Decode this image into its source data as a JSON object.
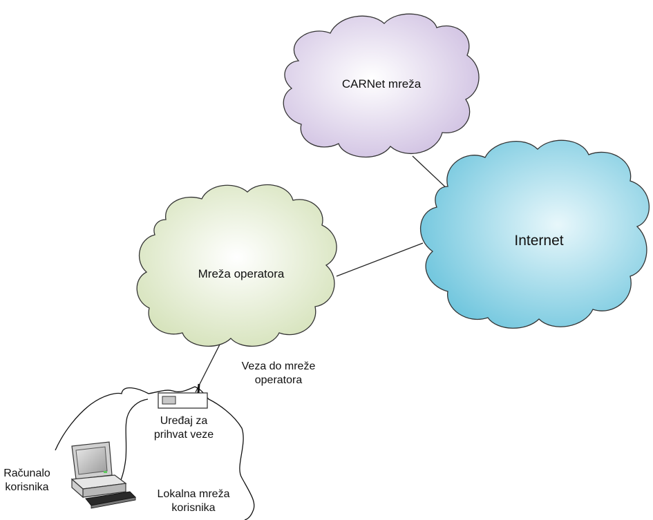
{
  "clouds": {
    "carnet": "CARNet mreža",
    "internet": "Internet",
    "operator": "Mreža operatora"
  },
  "labels": {
    "connection_line1": "Veza do mreže",
    "connection_line2": "operatora",
    "device_line1": "Uređaj za",
    "device_line2": "prihvat veze",
    "computer_line1": "Računalo",
    "computer_line2": "korisnika",
    "lan_line1": "Lokalna mreža",
    "lan_line2": "korisnika"
  },
  "colors": {
    "carnet_fill": "#d9cde6",
    "internet_fill": "#8fd3e6",
    "operator_fill": "#dbe6c4",
    "outline": "#222222"
  }
}
